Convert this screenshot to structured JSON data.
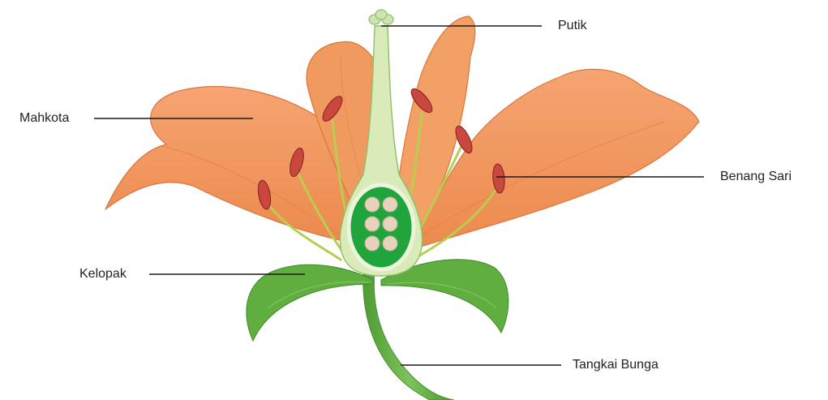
{
  "labels": {
    "putik": "Putik",
    "mahkota": "Mahkota",
    "benang_sari": "Benang Sari",
    "kelopak": "Kelopak",
    "tangkai_bunga": "Tangkai Bunga"
  },
  "colors": {
    "petal": "#f39a63",
    "petal_dark": "#e07c3f",
    "sepal": "#5aaa3c",
    "stem": "#6cb54a",
    "pistil": "#d8ebb8",
    "ovary": "#1fa53c",
    "ovule": "#e7d3bd",
    "anther": "#c9473f",
    "filament": "#b4c84a"
  }
}
